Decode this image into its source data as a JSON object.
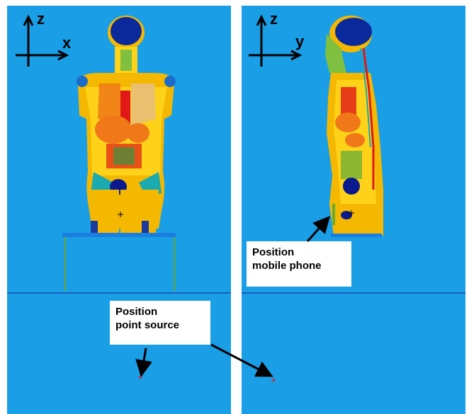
{
  "panels": [
    {
      "id": "frontal",
      "axis_vertical": "z",
      "axis_horizontal": "x"
    },
    {
      "id": "sagittal",
      "axis_vertical": "z",
      "axis_horizontal": "y"
    }
  ],
  "annotations": {
    "mobile_phone": {
      "line1": "Position",
      "line2": "mobile phone"
    },
    "point_source": {
      "line1": "Position",
      "line2": "point source"
    }
  },
  "colors": {
    "background": "#1a9ee6",
    "skin": "#f5b800",
    "tissue": "#ffd21a",
    "brain": "#0a2a9c",
    "organ_orange": "#f07818",
    "organ_red": "#e01818",
    "bladder": "#0a1a8c",
    "marker": "#e01818",
    "floor": "#1560c0"
  }
}
